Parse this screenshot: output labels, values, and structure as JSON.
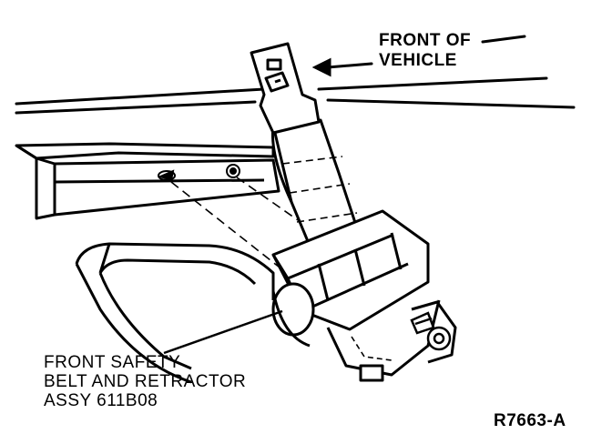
{
  "callouts": {
    "front_of_vehicle": {
      "line1": "FRONT OF",
      "line2": "VEHICLE"
    },
    "belt_assembly": {
      "line1": "FRONT SAFETY",
      "line2": "BELT AND RETRACTOR",
      "line3": "ASSY 611B08"
    }
  },
  "figure_id": "R7663-A",
  "colors": {
    "ink": "#000000",
    "paper": "#ffffff"
  }
}
